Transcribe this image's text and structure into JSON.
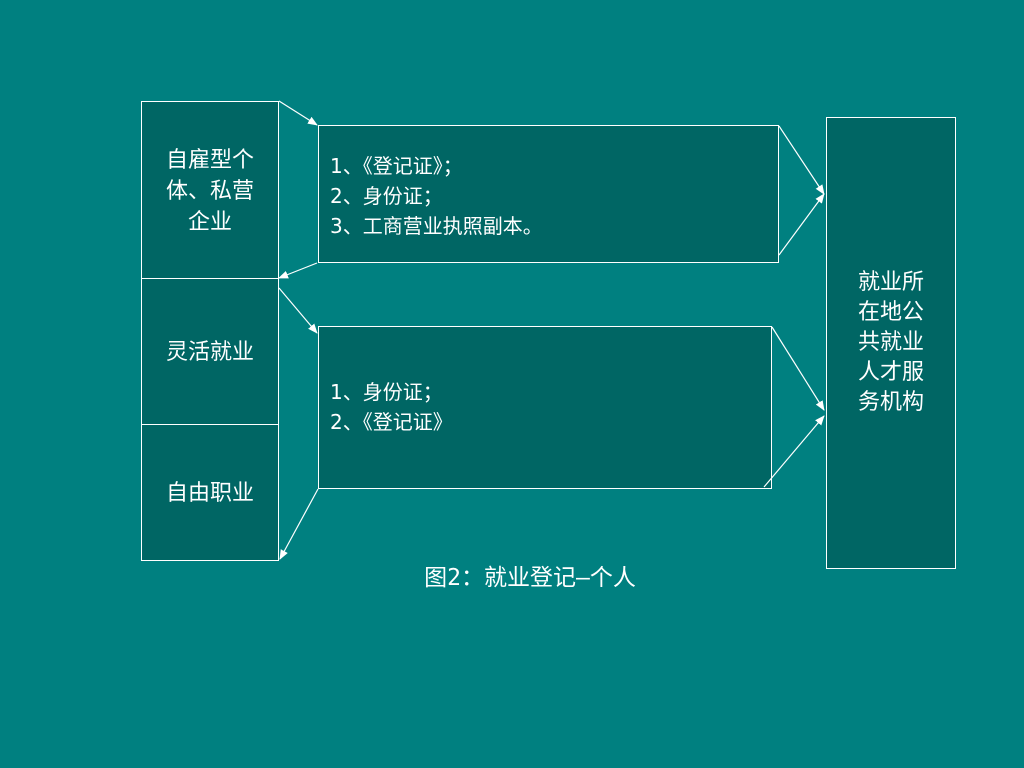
{
  "categories": [
    {
      "label": "自雇型个体、私营企业",
      "lines": [
        "自雇型个",
        "体、私营",
        "企业"
      ]
    },
    {
      "label": "灵活就业",
      "lines": [
        "灵活就业"
      ]
    },
    {
      "label": "自由职业",
      "lines": [
        "自由职业"
      ]
    }
  ],
  "document_groups": [
    {
      "items": [
        "1、《登记证》；",
        "2、身份证；",
        "3、工商营业执照副本。"
      ]
    },
    {
      "items": [
        "1、身份证；",
        "2、《登记证》"
      ]
    }
  ],
  "destination": {
    "label": "就业所在地公共就业人才服务机构",
    "lines": [
      "就业所",
      "在地公",
      "共就业",
      "人才服",
      "务机构"
    ]
  },
  "caption": "图2：就业登记—个人",
  "colors": {
    "background": "#008080",
    "box_fill": "#006664",
    "stroke": "#ffffff"
  }
}
